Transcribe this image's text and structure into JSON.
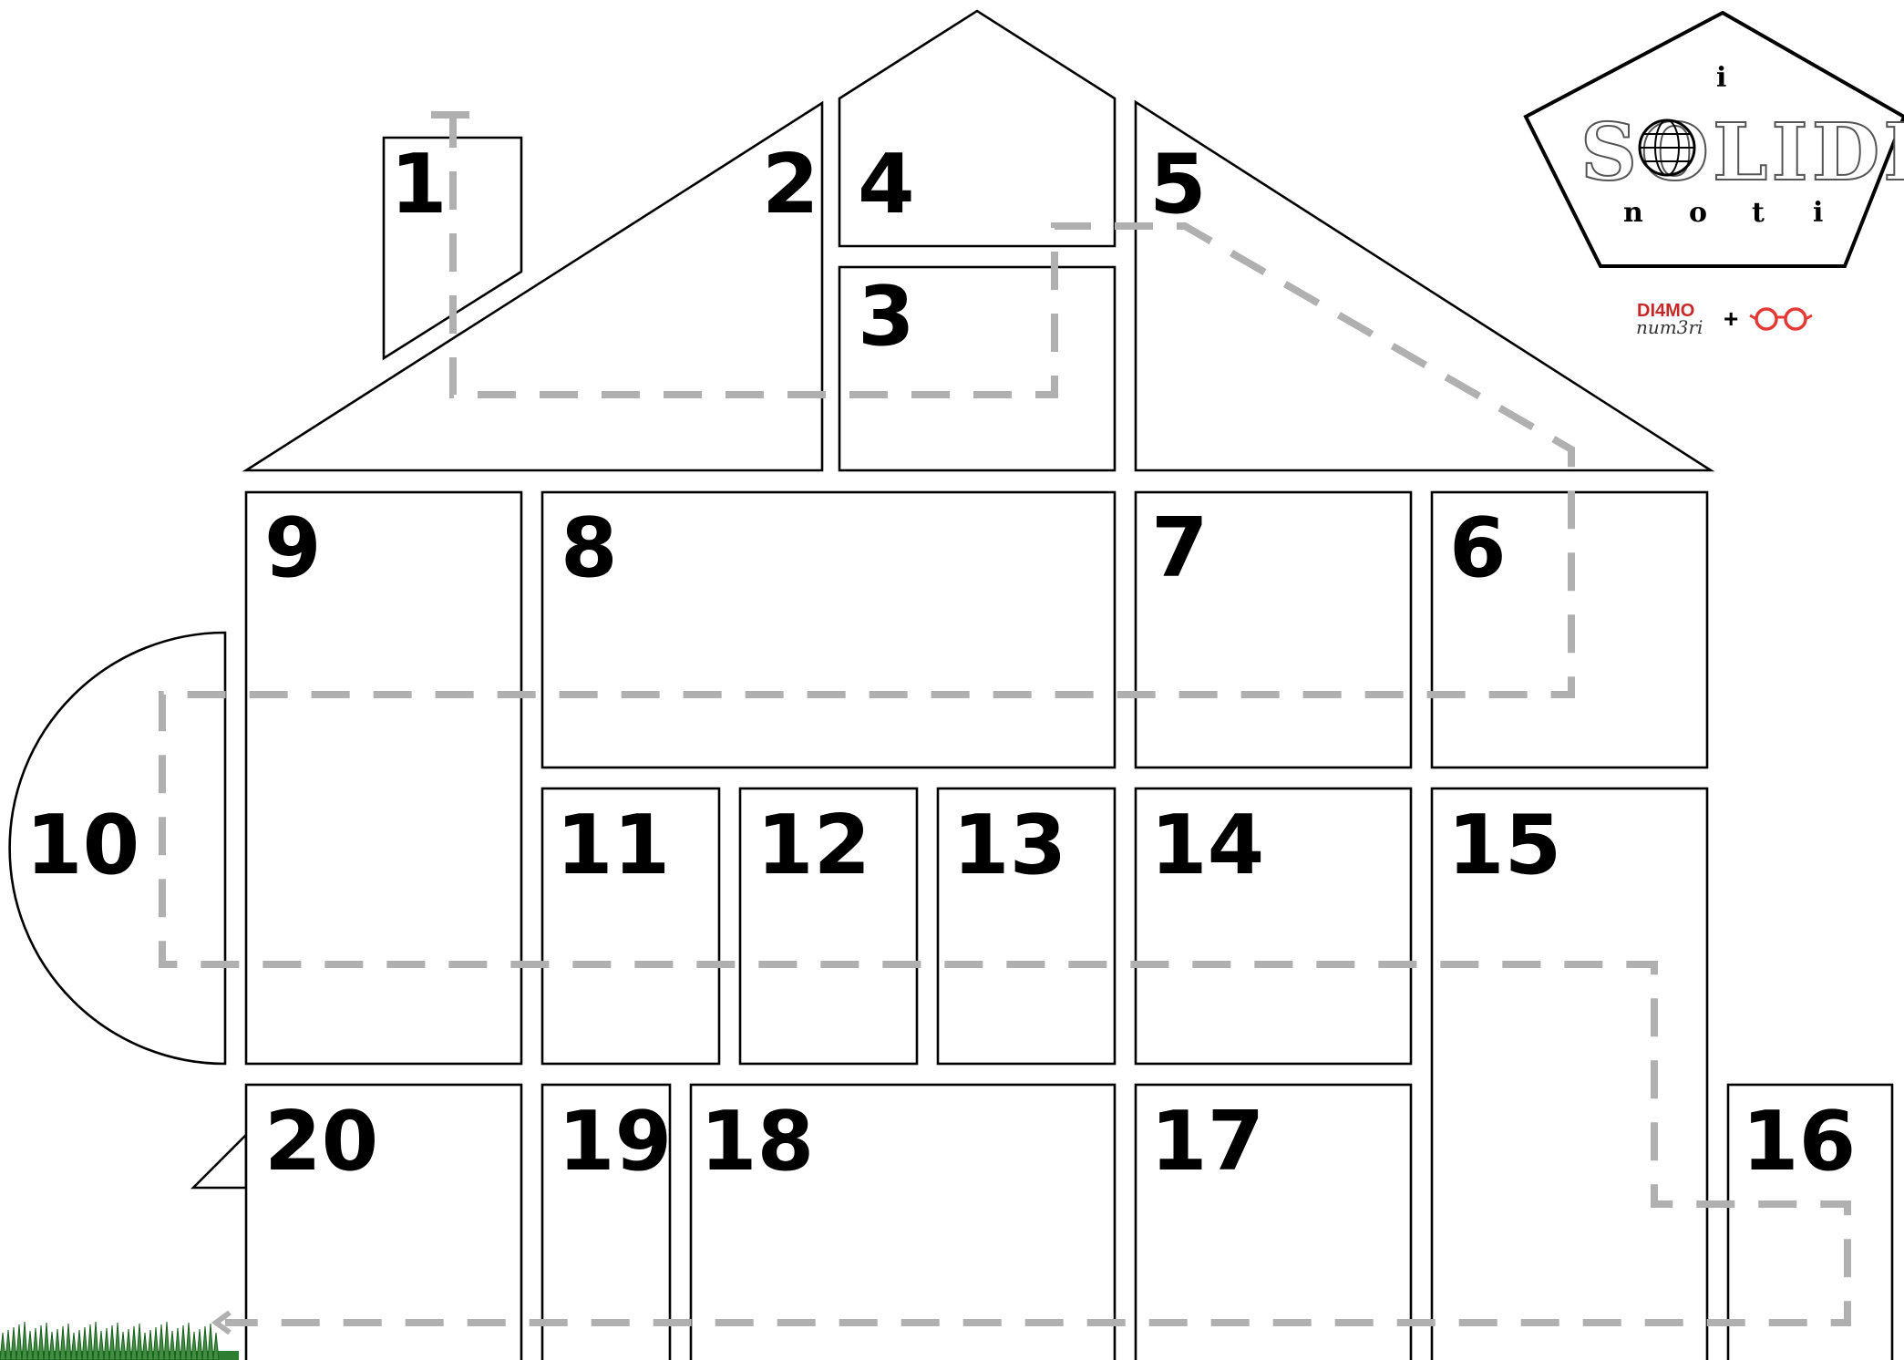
{
  "board": {
    "cells": [
      {
        "id": "cell-1",
        "label": "1"
      },
      {
        "id": "cell-2",
        "label": "2"
      },
      {
        "id": "cell-3",
        "label": "3"
      },
      {
        "id": "cell-4",
        "label": "4"
      },
      {
        "id": "cell-5",
        "label": "5"
      },
      {
        "id": "cell-6",
        "label": "6"
      },
      {
        "id": "cell-7",
        "label": "7"
      },
      {
        "id": "cell-8",
        "label": "8"
      },
      {
        "id": "cell-9",
        "label": "9"
      },
      {
        "id": "cell-10",
        "label": "10"
      },
      {
        "id": "cell-11",
        "label": "11"
      },
      {
        "id": "cell-12",
        "label": "12"
      },
      {
        "id": "cell-13",
        "label": "13"
      },
      {
        "id": "cell-14",
        "label": "14"
      },
      {
        "id": "cell-15",
        "label": "15"
      },
      {
        "id": "cell-16",
        "label": "16"
      },
      {
        "id": "cell-17",
        "label": "17"
      },
      {
        "id": "cell-18",
        "label": "18"
      },
      {
        "id": "cell-19",
        "label": "19"
      },
      {
        "id": "cell-20",
        "label": "20"
      }
    ],
    "path_color": "#b0b0b0",
    "grass_color": "#2e7d32"
  },
  "logo": {
    "top_letter": "i",
    "title": "SOLIDI",
    "subtitle_letters": [
      "n",
      "o",
      "t",
      "i"
    ],
    "brand_line1": "DI4MO",
    "brand_line2": "num3ri",
    "plus": "+",
    "glasses_icon": "glasses-icon",
    "brand_color": "#e53935"
  }
}
